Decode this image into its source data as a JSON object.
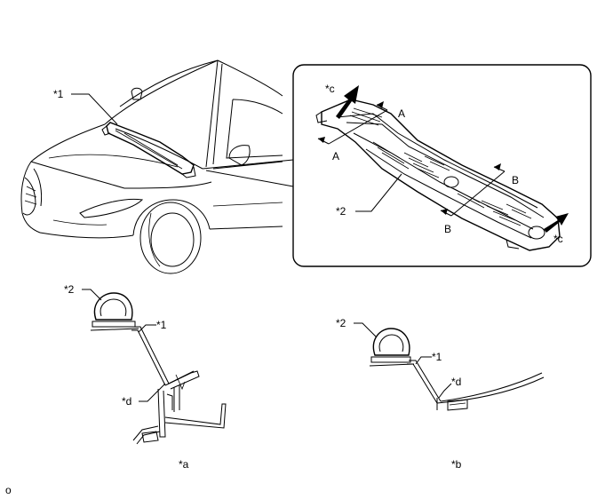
{
  "labels": {
    "part1_car": "*1",
    "part2_detail": "*2",
    "c_top": "*c",
    "c_bottom": "*c",
    "A_top": "A",
    "A_bottom": "A",
    "B_top": "B",
    "B_bottom": "B",
    "sec_a_part2": "*2",
    "sec_a_part1": "*1",
    "sec_a_d": "*d",
    "sec_a_caption": "*a",
    "sec_b_part2": "*2",
    "sec_b_part1": "*1",
    "sec_b_d": "*d",
    "sec_b_caption": "*b",
    "corner_mark": "o"
  }
}
